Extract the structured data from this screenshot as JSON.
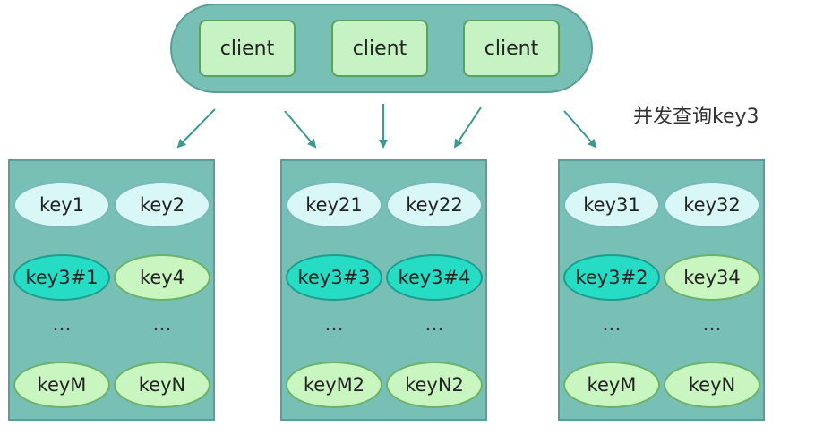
{
  "clients": [
    "client",
    "client",
    "client"
  ],
  "concurrent_label": "并发查询key3",
  "servers": [
    {
      "rows": [
        [
          "key1",
          "key2"
        ],
        [
          "key3#1",
          "key4"
        ],
        [
          "...",
          "..."
        ],
        [
          "keyM",
          "keyN"
        ]
      ],
      "kinds": [
        [
          "plain",
          "plain"
        ],
        [
          "hit",
          "other"
        ],
        [
          "dots",
          "dots"
        ],
        [
          "other",
          "other"
        ]
      ]
    },
    {
      "rows": [
        [
          "key21",
          "key22"
        ],
        [
          "key3#3",
          "key3#4"
        ],
        [
          "...",
          "..."
        ],
        [
          "keyM2",
          "keyN2"
        ]
      ],
      "kinds": [
        [
          "plain",
          "plain"
        ],
        [
          "hit",
          "hit"
        ],
        [
          "dots",
          "dots"
        ],
        [
          "other",
          "other"
        ]
      ]
    },
    {
      "rows": [
        [
          "key31",
          "key32"
        ],
        [
          "key3#2",
          "key34"
        ],
        [
          "...",
          "..."
        ],
        [
          "keyM",
          "keyN"
        ]
      ],
      "kinds": [
        [
          "plain",
          "plain"
        ],
        [
          "hit",
          "other"
        ],
        [
          "dots",
          "dots"
        ],
        [
          "other",
          "other"
        ]
      ]
    }
  ],
  "colors": {
    "container": "#78bfb5",
    "client": "#c6f2c4",
    "key_plain": "#daf7f7",
    "key_hit": "#27dcc4",
    "key_other": "#c9f5c0",
    "arrow": "#3a9a8e"
  }
}
